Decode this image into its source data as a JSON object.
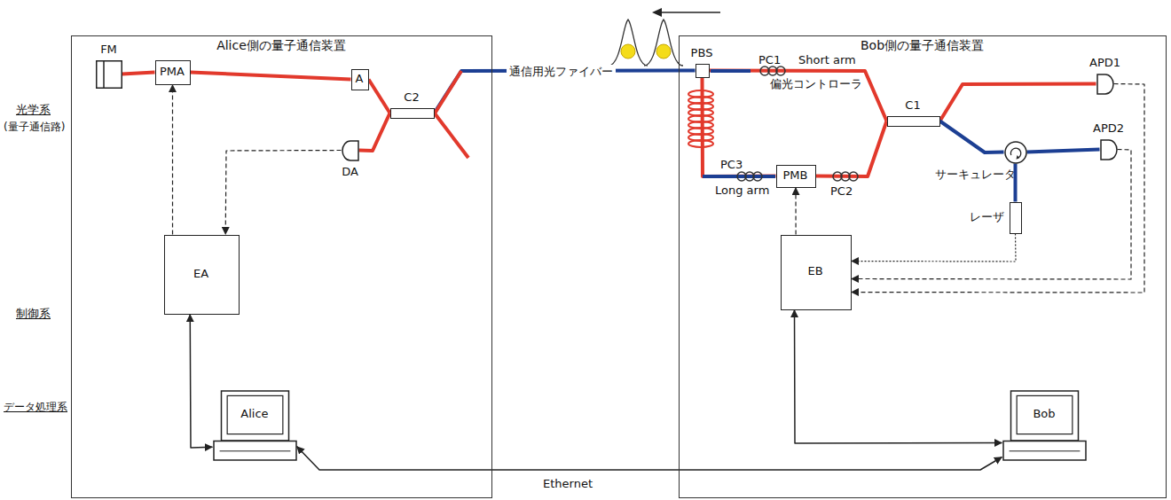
{
  "diagram": {
    "nodes": [
      {
        "text": [
          "Alice側の量子通信装置"
        ]
      },
      {
        "text": [
          "FM"
        ],
        "in": 0
      },
      {
        "text": [
          "PMA"
        ],
        "in": 0
      },
      {
        "text": [
          "A"
        ],
        "in": 0
      },
      {
        "text": [
          "C2"
        ],
        "in": 0
      },
      {
        "text": [
          "DA"
        ],
        "in": 0
      },
      {
        "text": [
          "EA"
        ],
        "in": 0
      },
      {
        "text": [
          "Alice"
        ],
        "in": 0
      },
      {
        "text": [
          "Bob側の量子通信装置"
        ]
      },
      {
        "text": [
          "PBS"
        ],
        "in": 8
      },
      {
        "text": [
          "PMB"
        ],
        "in": 8
      },
      {
        "text": [
          "C1"
        ],
        "in": 8
      },
      {
        "text": [
          "APD1"
        ],
        "in": 8
      },
      {
        "text": [
          "APD2"
        ],
        "in": 8
      },
      {
        "text": [
          "サーキュレータ"
        ],
        "in": 8
      },
      {
        "text": [
          "レーザ"
        ],
        "in": 8
      },
      {
        "text": [
          "EB"
        ],
        "in": 8
      },
      {
        "text": [
          "Bob"
        ],
        "in": 8
      }
    ],
    "edges": [
      {
        "from": 1,
        "to": 2,
        "arrow": "none"
      },
      {
        "from": 2,
        "to": 3,
        "arrow": "none"
      },
      {
        "from": 3,
        "to": 4,
        "arrow": "none"
      },
      {
        "from": 4,
        "to": 5,
        "arrow": "none"
      },
      {
        "from": 4,
        "to": 9,
        "label": "通信用光ファイバー",
        "arrow": "none"
      },
      {
        "from": 9,
        "to": 11,
        "arrow": "none"
      },
      {
        "from": 9,
        "to": 10,
        "arrow": "none"
      },
      {
        "from": 10,
        "to": 11,
        "arrow": "none"
      },
      {
        "from": 11,
        "to": 12,
        "arrow": "none"
      },
      {
        "from": 11,
        "to": 14,
        "arrow": "none"
      },
      {
        "from": 14,
        "to": 13,
        "arrow": "none"
      },
      {
        "from": 15,
        "to": 14,
        "arrow": "none"
      },
      {
        "from": 5,
        "to": 6,
        "arrow": "to"
      },
      {
        "from": 6,
        "to": 2,
        "arrow": "to"
      },
      {
        "from": 16,
        "to": 10,
        "arrow": "to"
      },
      {
        "from": 12,
        "to": 16,
        "arrow": "to"
      },
      {
        "from": 13,
        "to": 16,
        "arrow": "to"
      },
      {
        "from": 15,
        "to": 16,
        "arrow": "to"
      },
      {
        "from": 7,
        "to": 6,
        "arrow": "both"
      },
      {
        "from": 17,
        "to": 16,
        "arrow": "both"
      },
      {
        "from": 7,
        "to": 17,
        "label": "Ethernet",
        "arrow": "both"
      }
    ],
    "labels": [
      "光学系",
      "(量子通信路)",
      "制御系",
      "データ処理系",
      "PC1",
      "偏光コントローラ",
      "Short arm",
      "PC3",
      "Long arm",
      "PC2"
    ]
  }
}
